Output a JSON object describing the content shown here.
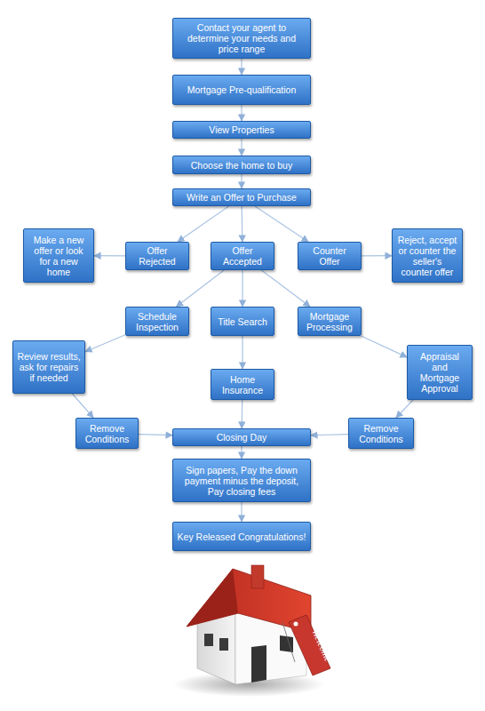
{
  "diagram": {
    "nodes": [
      {
        "text": [
          "Contact your agent to determine your needs and price range"
        ]
      },
      {
        "text": [
          "Mortgage Pre-qualification"
        ]
      },
      {
        "text": [
          "View Properties"
        ]
      },
      {
        "text": [
          "Choose the home to buy"
        ]
      },
      {
        "text": [
          "Write an Offer to Purchase"
        ]
      },
      {
        "text": [
          "Make a new offer or look for a new home"
        ]
      },
      {
        "text": [
          "Offer Rejected"
        ]
      },
      {
        "text": [
          "Offer Accepted"
        ]
      },
      {
        "text": [
          "Counter Offer"
        ]
      },
      {
        "text": [
          "Reject, accept or counter the seller's counter offer"
        ]
      },
      {
        "text": [
          "Schedule Inspection"
        ]
      },
      {
        "text": [
          "Title Search"
        ]
      },
      {
        "text": [
          "Mortgage Processing"
        ]
      },
      {
        "text": [
          "Review results, ask for repairs if needed"
        ]
      },
      {
        "text": [
          "Appraisal and Mortgage Approval"
        ]
      },
      {
        "text": [
          "Home Insurance"
        ]
      },
      {
        "text": [
          "Remove Conditions"
        ]
      },
      {
        "text": [
          "Closing Day"
        ]
      },
      {
        "text": [
          "Remove Conditions"
        ]
      },
      {
        "text": [
          "Sign papers, Pay the down payment minus the deposit, Pay closing fees"
        ]
      },
      {
        "text": [
          "Key Released Congratulations!"
        ]
      }
    ],
    "edges": [
      {
        "from": 0,
        "to": 1,
        "arrow": "to"
      },
      {
        "from": 1,
        "to": 2,
        "arrow": "to"
      },
      {
        "from": 2,
        "to": 3,
        "arrow": "to"
      },
      {
        "from": 3,
        "to": 4,
        "arrow": "to"
      },
      {
        "from": 4,
        "to": 6,
        "arrow": "to"
      },
      {
        "from": 4,
        "to": 7,
        "arrow": "to"
      },
      {
        "from": 4,
        "to": 8,
        "arrow": "to"
      },
      {
        "from": 6,
        "to": 5,
        "arrow": "to"
      },
      {
        "from": 8,
        "to": 9,
        "arrow": "to"
      },
      {
        "from": 7,
        "to": 10,
        "arrow": "to"
      },
      {
        "from": 7,
        "to": 11,
        "arrow": "to"
      },
      {
        "from": 7,
        "to": 12,
        "arrow": "to"
      },
      {
        "from": 10,
        "to": 13,
        "arrow": "to"
      },
      {
        "from": 12,
        "to": 14,
        "arrow": "to"
      },
      {
        "from": 11,
        "to": 15,
        "arrow": "to"
      },
      {
        "from": 13,
        "to": 16,
        "arrow": "to"
      },
      {
        "from": 14,
        "to": 18,
        "arrow": "to"
      },
      {
        "from": 16,
        "to": 17,
        "arrow": "to"
      },
      {
        "from": 18,
        "to": 17,
        "arrow": "to"
      },
      {
        "from": 15,
        "to": 17,
        "arrow": "to"
      },
      {
        "from": 17,
        "to": 19,
        "arrow": "to"
      },
      {
        "from": 19,
        "to": 20,
        "arrow": "to"
      }
    ],
    "labels": [
      "Welcome"
    ]
  }
}
